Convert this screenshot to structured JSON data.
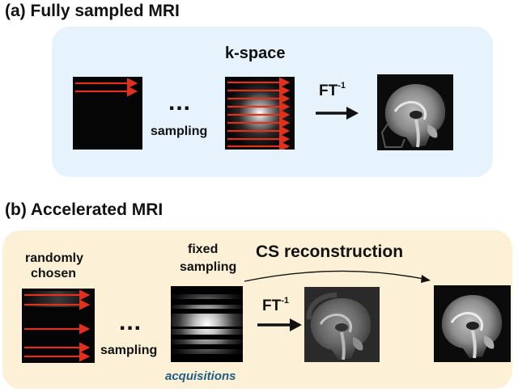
{
  "panel_a": {
    "heading": "(a) Fully sampled MRI",
    "kspace_label": "k-space",
    "dots": "...",
    "sampling_label": "sampling",
    "ft_label": "FT",
    "ft_exponent": "-1",
    "panel_color": "#e6f2fc"
  },
  "panel_b": {
    "heading": "(b) Accelerated MRI",
    "random_label_line1": "randomly",
    "random_label_line2": "chosen",
    "fixed_label_line1": "fixed",
    "fixed_label_line2": "sampling",
    "dots": "...",
    "sampling_label": "sampling",
    "ft_label": "FT",
    "ft_exponent": "-1",
    "cs_label": "CS reconstruction",
    "acquisitions_label": "acquisitions",
    "panel_color": "#fcf1d6"
  },
  "colors": {
    "sampling_arrow": "#e0311e",
    "arrow_black": "#111111",
    "acquisitions_text": "#1f5d86"
  },
  "icons": [
    "kspace-empty-icon",
    "kspace-full-icon",
    "mri-brain-icon",
    "kspace-random-icon",
    "kspace-fixed-icon",
    "mri-aliased-brain-icon",
    "mri-reconstructed-brain-icon"
  ]
}
